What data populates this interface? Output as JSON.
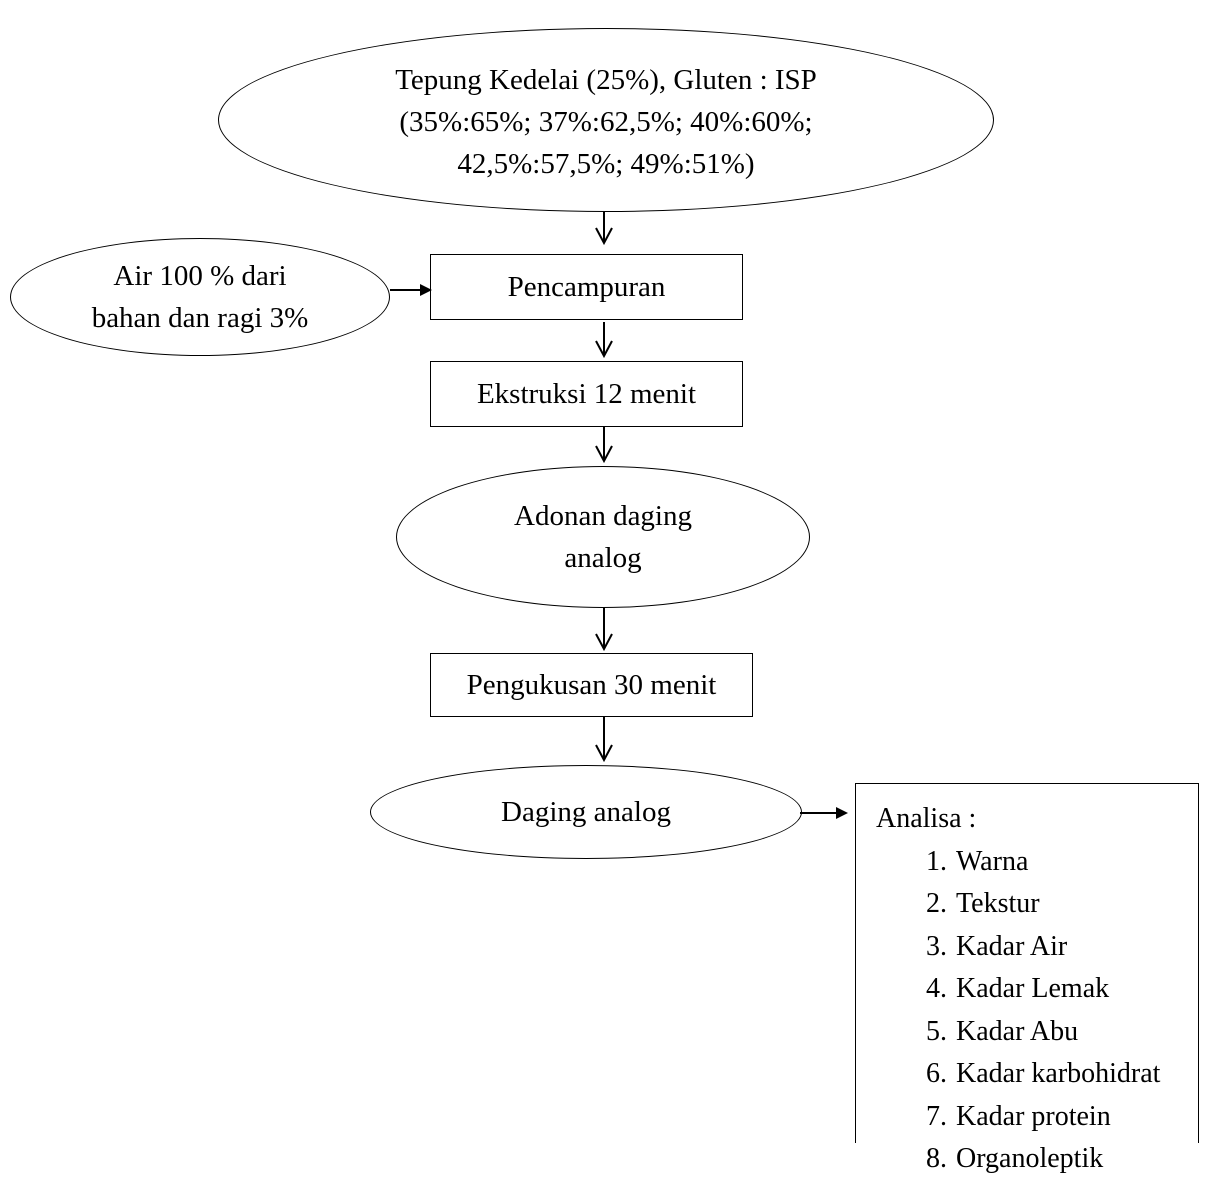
{
  "diagram": {
    "input_main": {
      "line1": "Tepung Kedelai (25%), Gluten : ISP",
      "line2": "(35%:65%; 37%:62,5%; 40%:60%;",
      "line3": "42,5%:57,5%; 49%:51%)"
    },
    "input_side": {
      "line1": "Air 100 % dari",
      "line2": "bahan dan ragi 3%"
    },
    "steps": {
      "mixing": "Pencampuran",
      "extrusion": "Ekstruksi 12 menit",
      "dough_line1": "Adonan daging",
      "dough_line2": "analog",
      "steaming": "Pengukusan 30 menit",
      "product": "Daging analog"
    },
    "analysis": {
      "title": "Analisa :",
      "items": [
        "Warna",
        "Tekstur",
        "Kadar Air",
        "Kadar Lemak",
        "Kadar Abu",
        "Kadar karbohidrat",
        "Kadar protein",
        "Organoleptik"
      ]
    }
  }
}
